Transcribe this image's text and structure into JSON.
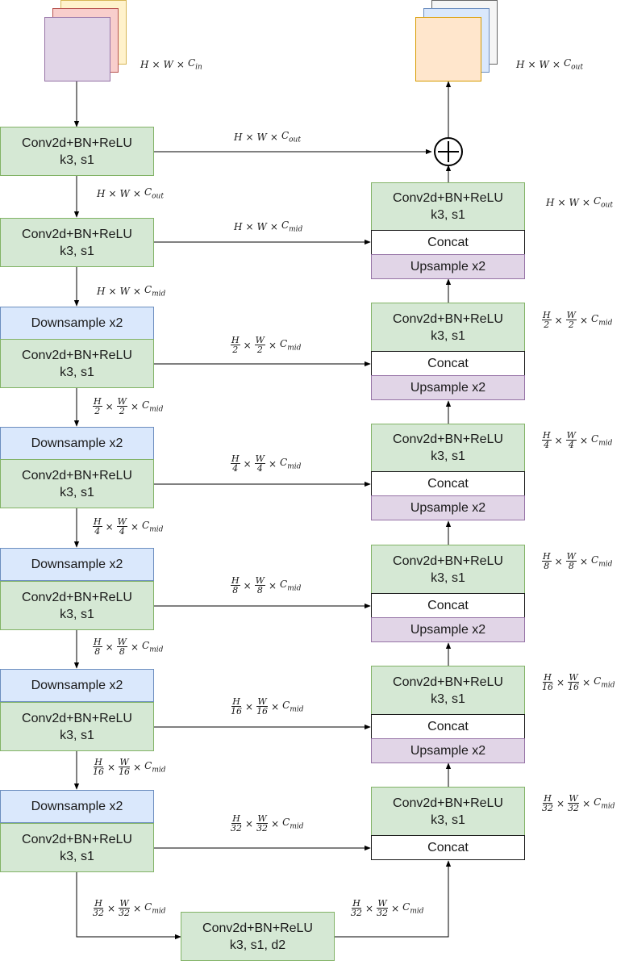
{
  "nodes": {
    "conv": "Conv2d+BN+ReLU",
    "k3s1": "k3, s1",
    "k3s1d2": "k3, s1, d2",
    "down": "Downsample x2",
    "up": "Upsample x2",
    "concat": "Concat",
    "add": "⊕"
  },
  "dims": {
    "H": "H",
    "W": "W",
    "times": "×",
    "C_in": "in",
    "C_out": "out",
    "C_mid": "mid",
    "C": "C",
    "d2": "2",
    "d4": "4",
    "d8": "8",
    "d16": "16",
    "d32": "32"
  },
  "colors": {
    "conv_fill": "#d5e8d4",
    "down_fill": "#dae8fc",
    "up_fill": "#e1d5e7",
    "input_stack": [
      "#fff2cc",
      "#f8cecc",
      "#e1d5e7"
    ],
    "output_stack": [
      "#f5f5f5",
      "#dae8fc",
      "#ffe6cc"
    ]
  }
}
